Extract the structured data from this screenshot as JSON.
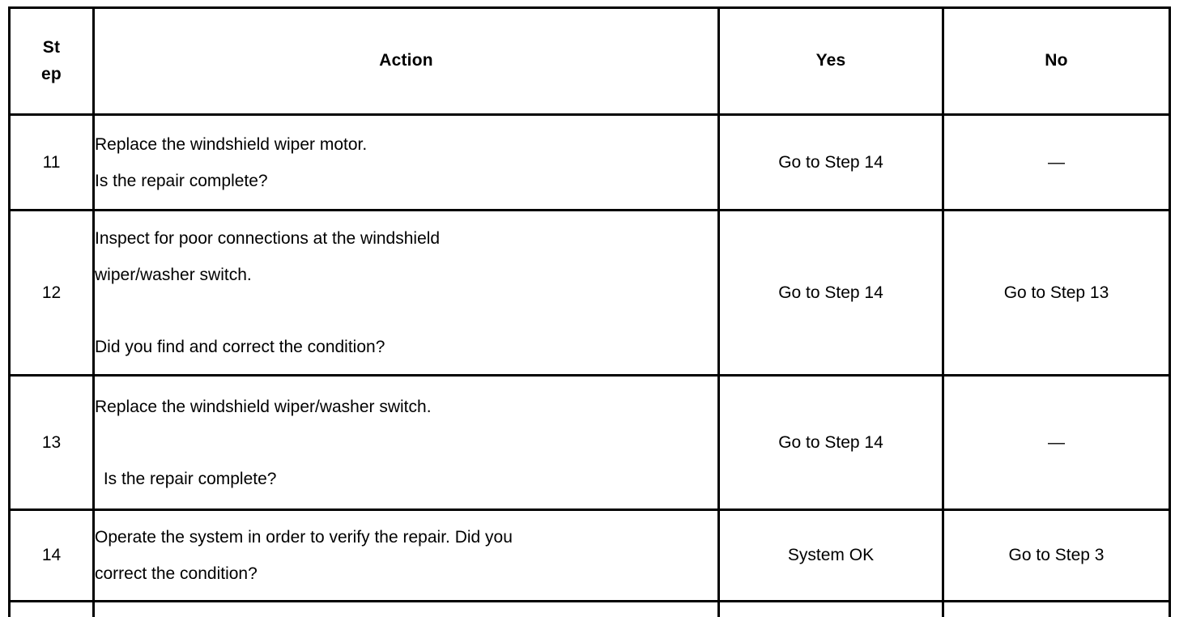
{
  "table": {
    "headers": {
      "step": {
        "line1": "St",
        "line2": "ep",
        "full": "Step"
      },
      "action": "Action",
      "yes": "Yes",
      "no": "No"
    },
    "rows": [
      {
        "step": "11",
        "action_lines": [
          "Replace the windshield wiper motor.",
          "Is the repair complete?"
        ],
        "yes": "Go to Step 14",
        "no": "—"
      },
      {
        "step": "12",
        "action_lines": [
          "Inspect for poor connections at the windshield",
          "wiper/washer switch.",
          "",
          "Did you find and correct the condition?"
        ],
        "yes": "Go to Step 14",
        "no": "Go to Step 13"
      },
      {
        "step": "13",
        "action_lines": [
          "Replace the windshield wiper/washer switch.",
          "",
          " Is the repair complete?"
        ],
        "yes": "Go to Step 14",
        "no": "—"
      },
      {
        "step": "14",
        "action_lines": [
          "Operate the system in order to verify the repair. Did you",
          "correct the condition?"
        ],
        "yes": "System OK",
        "no": "Go to Step 3"
      }
    ]
  },
  "colors": {
    "border": "#000000",
    "text": "#000000",
    "background": "#ffffff"
  }
}
